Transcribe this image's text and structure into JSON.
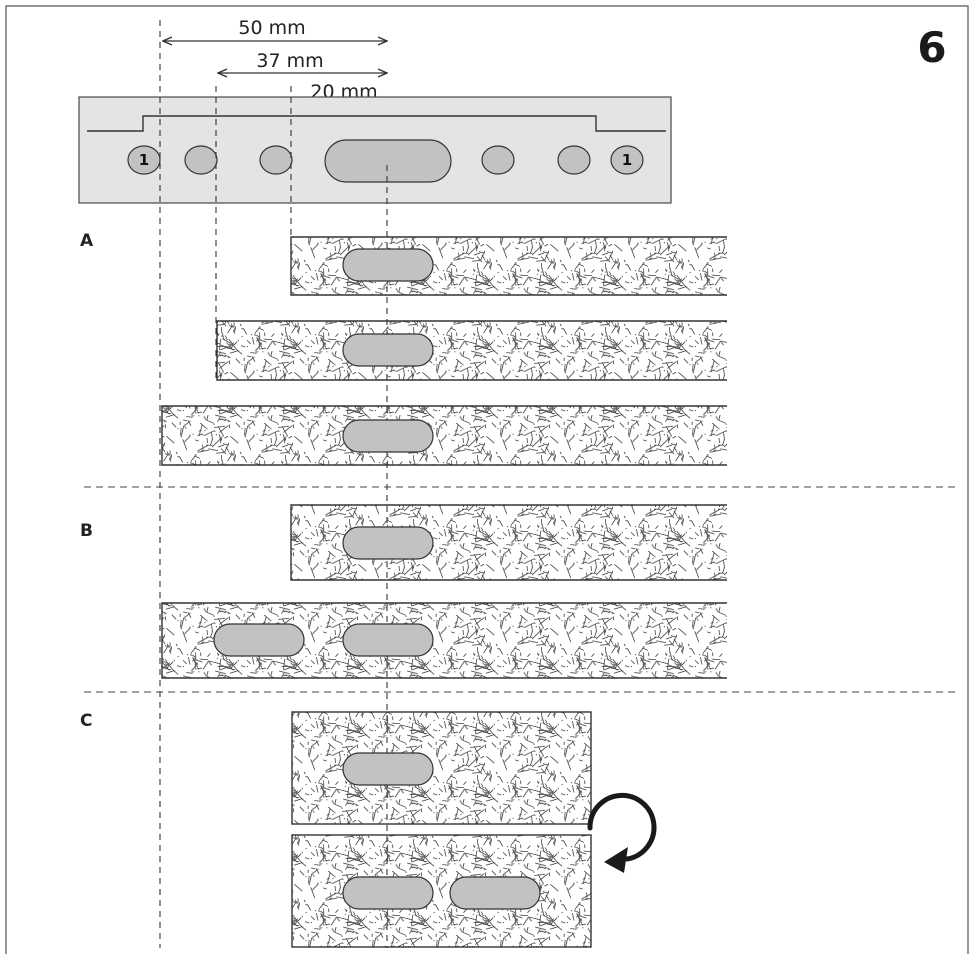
{
  "figure": {
    "number": "6",
    "dimensions": [
      "50 mm",
      "37 mm",
      "20 mm"
    ],
    "marker_label": "1",
    "sections": [
      "A",
      "B",
      "C"
    ]
  },
  "colors": {
    "rail_fill": "#e4e4e4",
    "hole_fill": "#c2c2c2",
    "line": "#333333",
    "board_fill": "#ffffff",
    "texture": "#555555"
  },
  "icons": {
    "rotate": "rotate-clockwise-arrow-icon"
  }
}
